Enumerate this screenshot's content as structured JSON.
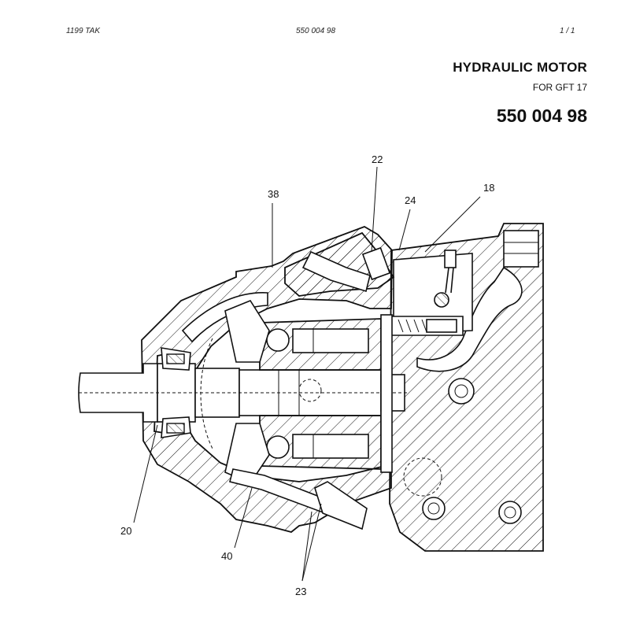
{
  "header": {
    "left": "1199   TAK",
    "center": "550 004 98",
    "right": "1 / 1"
  },
  "title": "HYDRAULIC MOTOR",
  "subtitle": "FOR GFT 17",
  "part_number": "550 004 98",
  "callouts": [
    "22",
    "18",
    "38",
    "24",
    "20",
    "40",
    "23"
  ]
}
